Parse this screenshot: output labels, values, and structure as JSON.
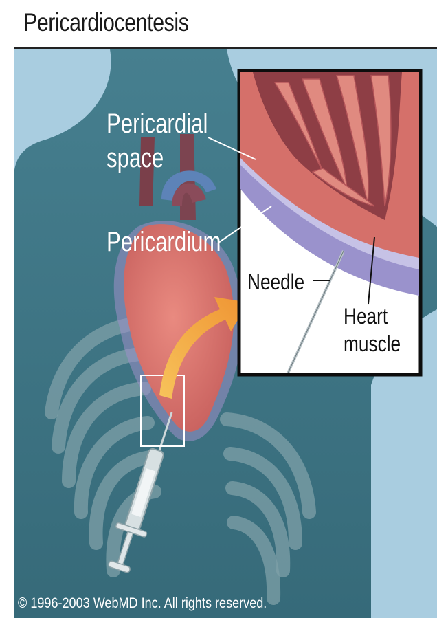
{
  "title": "Pericardiocentesis",
  "labels": {
    "pericardial_space_1": "Pericardial",
    "pericardial_space_2": "space",
    "pericardium": "Pericardium",
    "needle": "Needle",
    "heart_muscle_1": "Heart",
    "heart_muscle_2": "muscle"
  },
  "copyright": "© 1996-2003 WebMD Inc. All rights reserved.",
  "colors": {
    "background": "#a9cde0",
    "body": "#3f7787",
    "heart": "#d76f69",
    "myocardium": "#d5706a",
    "pericardium": "#8f86c2",
    "arrow": "#f2a33c"
  }
}
